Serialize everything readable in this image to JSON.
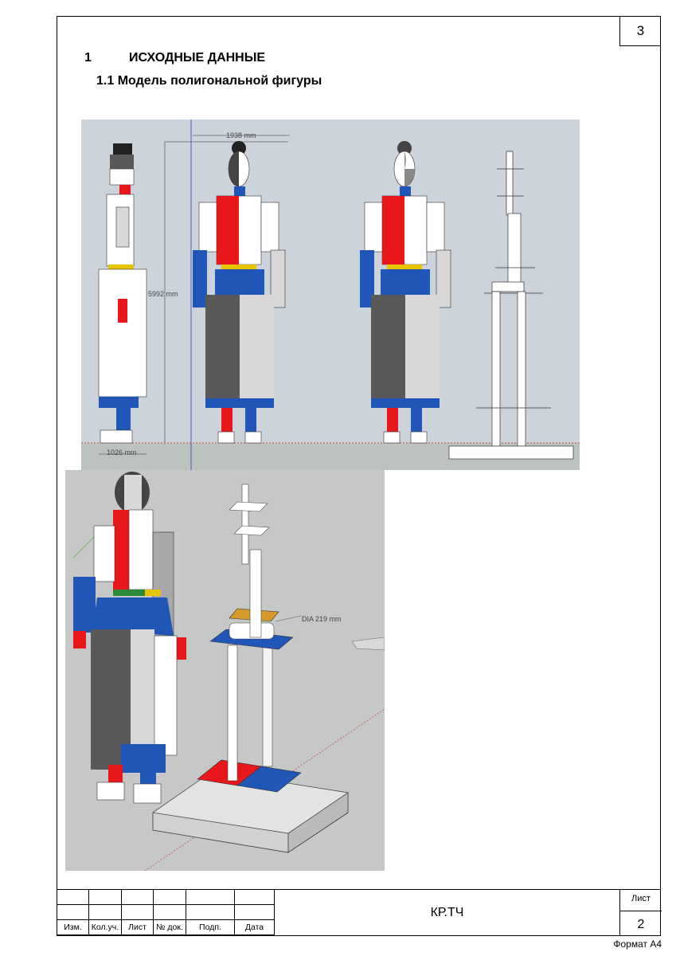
{
  "header": {
    "section_number": "1",
    "section_title": "ИСХОДНЫЕ ДАННЫЕ",
    "subsection": "1.1 Модель полигональной фигуры",
    "sheet_corner": "3"
  },
  "figure1": {
    "dim_width": "1938 mm",
    "dim_height": "5992 mm",
    "dim_depth": "1026 mm"
  },
  "figure2": {
    "dim_diameter": "DIA 219 mm"
  },
  "title_block": {
    "columns": [
      "Изм.",
      "Кол.уч.",
      "Лист",
      "№ док.",
      "Подп.",
      "Дата"
    ],
    "document_code": "КР.ТЧ",
    "sheet_label": "Лист",
    "sheet_number": "2"
  },
  "format_label": "Формат А4",
  "colors": {
    "red": "#e8171b",
    "blue": "#1f56b7",
    "dark_gray": "#595959",
    "light_gray": "#d8d8d8",
    "yellow": "#e8c400",
    "white": "#ffffff"
  }
}
